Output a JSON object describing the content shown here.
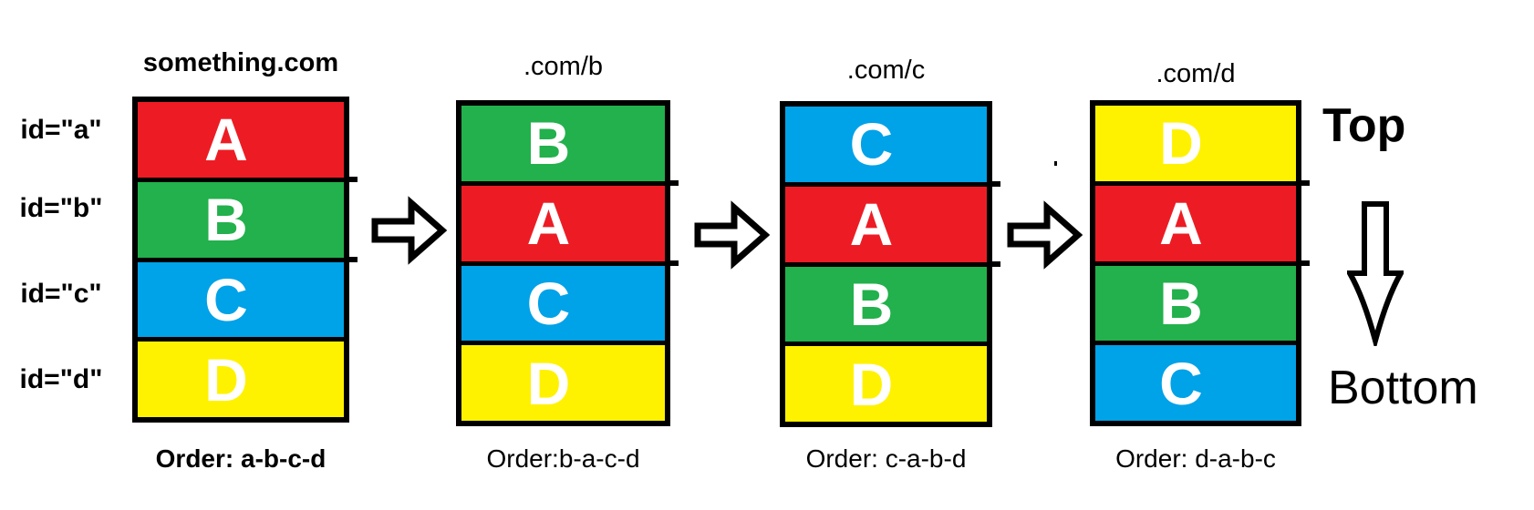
{
  "palette": {
    "red": "#ED1C24",
    "green": "#22B14C",
    "blue": "#00A2E8",
    "yellow": "#FFF200",
    "outline": "#000000",
    "letter_color": "#FFFFFF",
    "background": "#FFFFFF"
  },
  "row_labels": [
    {
      "text": "id=\"a\""
    },
    {
      "text": "id=\"b\""
    },
    {
      "text": "id=\"c\""
    },
    {
      "text": "id=\"d\""
    }
  ],
  "stacks": [
    {
      "title": "something.com",
      "order_label": "Order: a-b-c-d",
      "blocks": [
        {
          "letter": "A",
          "color_name": "red",
          "color_hex": "#ED1C24"
        },
        {
          "letter": "B",
          "color_name": "green",
          "color_hex": "#22B14C"
        },
        {
          "letter": "C",
          "color_name": "blue",
          "color_hex": "#00A2E8"
        },
        {
          "letter": "D",
          "color_name": "yellow",
          "color_hex": "#FFF200"
        }
      ]
    },
    {
      "title": ".com/b",
      "order_label": "Order:b-a-c-d",
      "blocks": [
        {
          "letter": "B",
          "color_name": "green",
          "color_hex": "#22B14C"
        },
        {
          "letter": "A",
          "color_name": "red",
          "color_hex": "#ED1C24"
        },
        {
          "letter": "C",
          "color_name": "blue",
          "color_hex": "#00A2E8"
        },
        {
          "letter": "D",
          "color_name": "yellow",
          "color_hex": "#FFF200"
        }
      ]
    },
    {
      "title": ".com/c",
      "order_label": "Order: c-a-b-d",
      "blocks": [
        {
          "letter": "C",
          "color_name": "blue",
          "color_hex": "#00A2E8"
        },
        {
          "letter": "A",
          "color_name": "red",
          "color_hex": "#ED1C24"
        },
        {
          "letter": "B",
          "color_name": "green",
          "color_hex": "#22B14C"
        },
        {
          "letter": "D",
          "color_name": "yellow",
          "color_hex": "#FFF200"
        }
      ]
    },
    {
      "title": ".com/d",
      "order_label": "Order: d-a-b-c",
      "blocks": [
        {
          "letter": "D",
          "color_name": "yellow",
          "color_hex": "#FFF200"
        },
        {
          "letter": "A",
          "color_name": "red",
          "color_hex": "#ED1C24"
        },
        {
          "letter": "B",
          "color_name": "green",
          "color_hex": "#22B14C"
        },
        {
          "letter": "C",
          "color_name": "blue",
          "color_hex": "#00A2E8"
        }
      ]
    }
  ],
  "legend": {
    "top_label": "Top",
    "bottom_label": "Bottom",
    "direction_icon": "down-arrow"
  },
  "flow_icon": "right-arrow"
}
